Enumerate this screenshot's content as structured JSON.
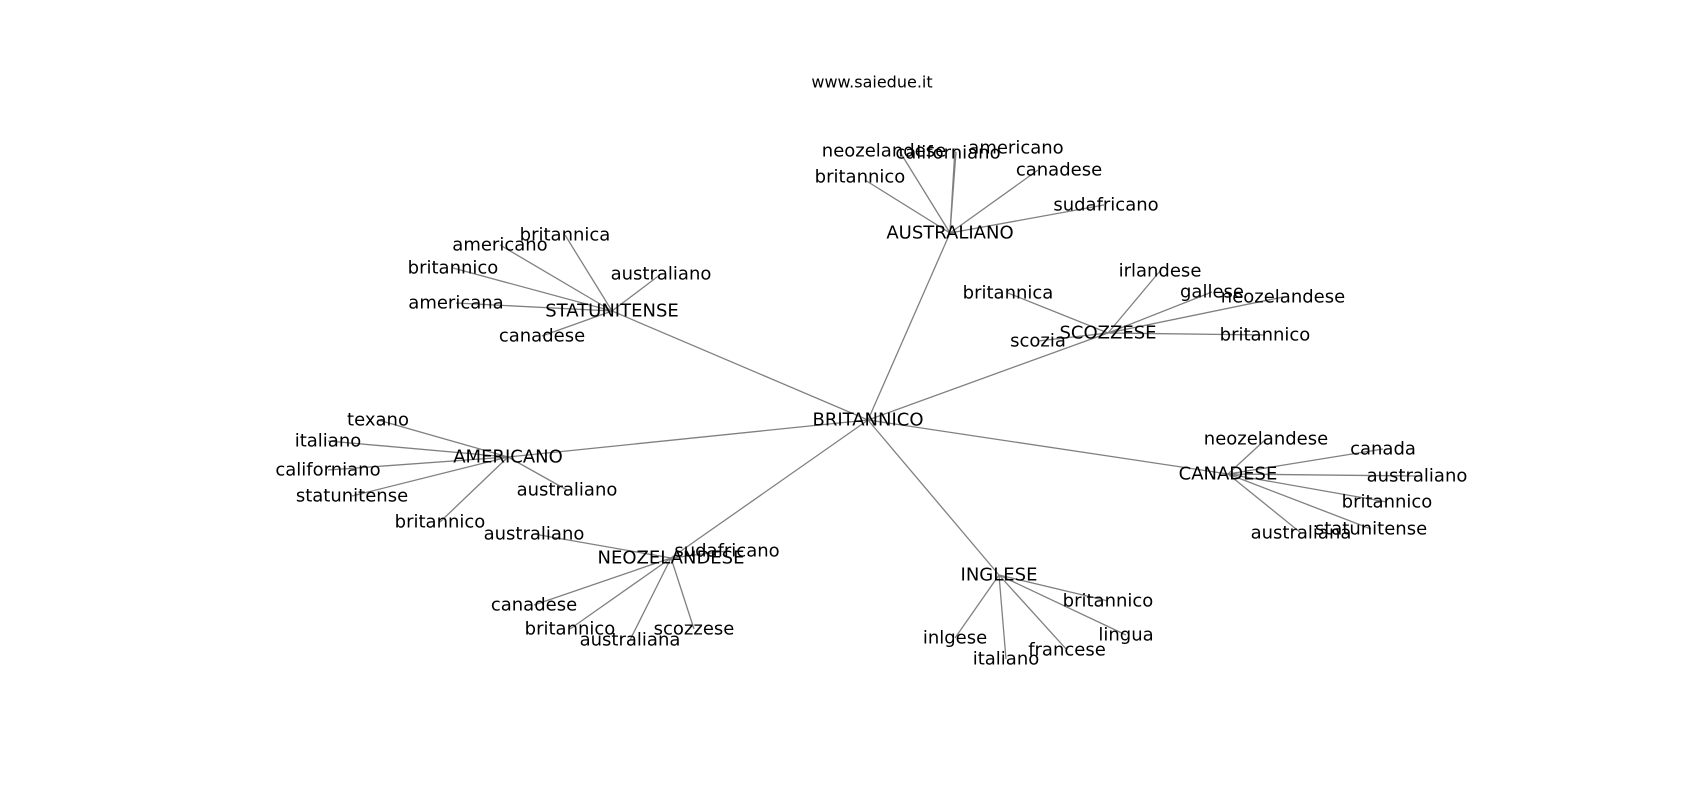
{
  "site": "www.saiedue.it",
  "graph": {
    "center": "BRITANNICO",
    "hubs": [
      {
        "label": "AUSTRALIANO",
        "words": [
          "neozelandese",
          "americano",
          "californiano",
          "canadese",
          "britannico",
          "sudafricano"
        ]
      },
      {
        "label": "STATUNITENSE",
        "words": [
          "britannica",
          "americano",
          "britannico",
          "australiano",
          "americana",
          "canadese"
        ]
      },
      {
        "label": "SCOZZESE",
        "words": [
          "irlandese",
          "britannica",
          "gallese",
          "neozelandese",
          "scozia",
          "britannico"
        ]
      },
      {
        "label": "AMERICANO",
        "words": [
          "texano",
          "italiano",
          "californiano",
          "statunitense",
          "britannico",
          "australiano"
        ]
      },
      {
        "label": "CANADESE",
        "words": [
          "neozelandese",
          "canada",
          "australiano",
          "britannico",
          "australiana",
          "statunitense"
        ]
      },
      {
        "label": "NEOZELANDESE",
        "words": [
          "australiano",
          "sudafricano",
          "canadese",
          "britannico",
          "australiana",
          "scozzese"
        ]
      },
      {
        "label": "INGLESE",
        "words": [
          "britannico",
          "lingua",
          "inlgese",
          "francese",
          "italiano"
        ]
      }
    ]
  }
}
